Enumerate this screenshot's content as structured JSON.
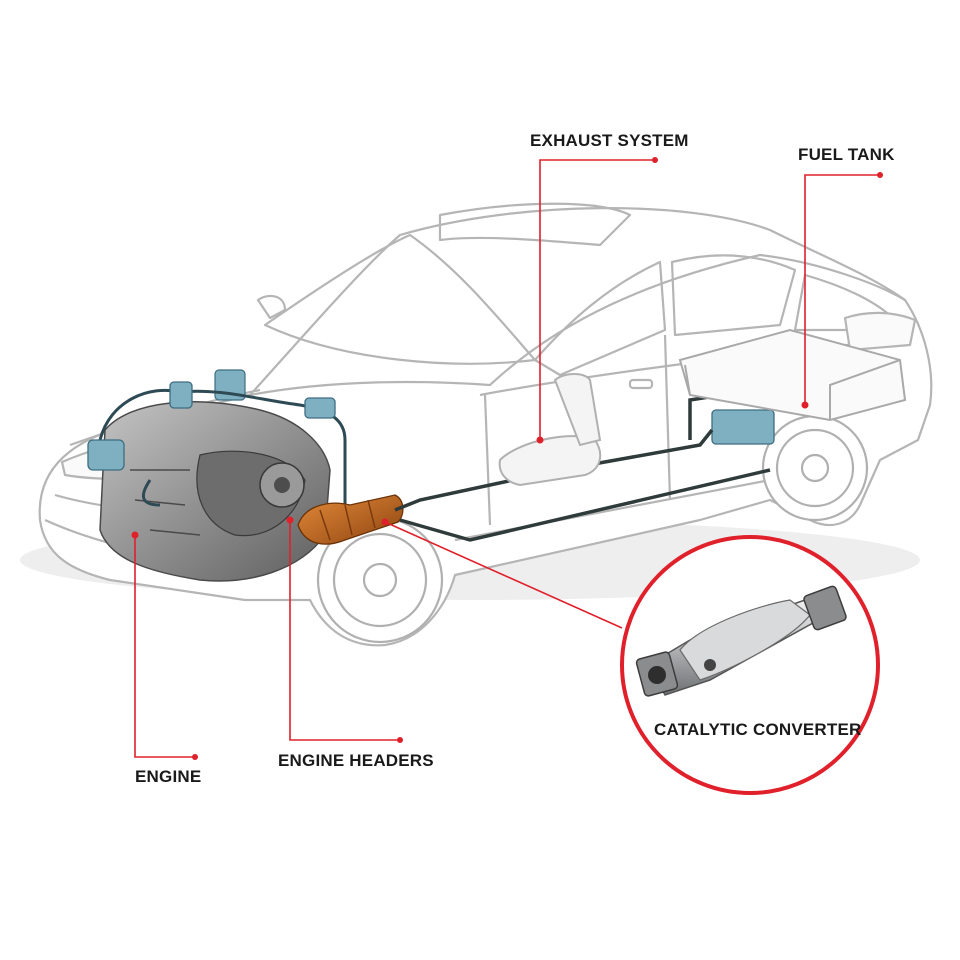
{
  "labels": {
    "exhaust_system": "EXHAUST SYSTEM",
    "fuel_tank": "FUEL TANK",
    "engine": "ENGINE",
    "engine_headers": "ENGINE HEADERS",
    "catalytic_converter": "CATALYTIC CONVERTER"
  },
  "colors": {
    "leader_line": "#e0202a",
    "callout_circle": "#e0202a",
    "car_outline": "#b8b8b8",
    "engine": "#8f8f8f",
    "sensors": "#5d93a8",
    "headers": "#c8661c",
    "exhaust_pipe": "#2f3a3a",
    "converter_metal": "#a9abad"
  }
}
